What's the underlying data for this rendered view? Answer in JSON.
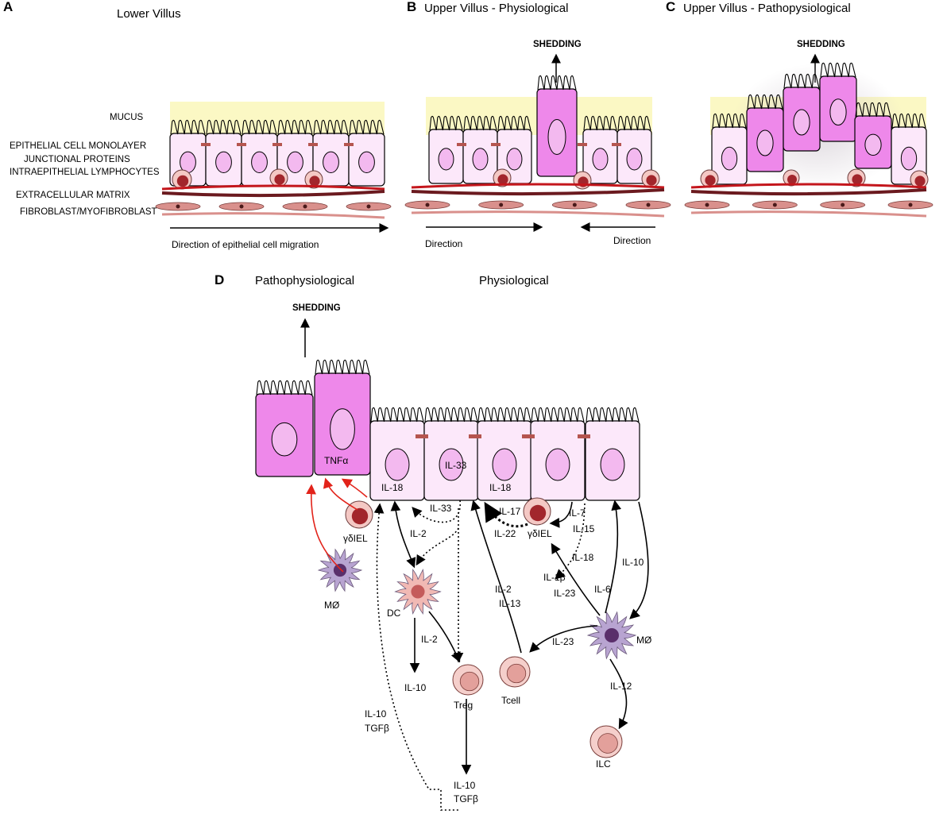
{
  "panels": {
    "a": {
      "letter": "A",
      "title": "Lower Villus"
    },
    "b": {
      "letter": "B",
      "title": "Upper Villus - Physiological"
    },
    "c": {
      "letter": "C",
      "title": "Upper Villus - Pathopysiological"
    },
    "d": {
      "letter": "D",
      "title_left": "Pathophysiological",
      "title_right": "Physiological"
    }
  },
  "layers": {
    "mucus": "MUCUS",
    "epithelial": "EPITHELIAL CELL MONOLAYER",
    "junctional": "JUNCTIONAL PROTEINS",
    "iel": "INTRAEPITHELIAL LYMPHOCYTES",
    "ecm": "EXTRACELLULAR MATRIX",
    "fibro": "FIBROBLAST/MYOFIBROBLAST"
  },
  "arrows": {
    "migration": "Direction of epithelial cell migration",
    "direction_left": "Direction",
    "direction_right": "Direction"
  },
  "shedding": "SHEDDING",
  "cytokines": {
    "tnf": "TNFα",
    "il18_left": "IL-18",
    "il33_cell": "IL-33",
    "il18_right": "IL-18",
    "il33": "IL-33",
    "il2_a": "IL-2",
    "il2_b": "IL-2",
    "il2_c": "IL-2",
    "il13": "IL-13",
    "il10_dc": "IL-10",
    "il10_side": "IL-10",
    "tgfb_side": "TGFβ",
    "il10_bottom": "IL-10",
    "tgfb_bottom": "TGFβ",
    "il17": "IL-17",
    "il22": "IL-22",
    "il7": "IL-7",
    "il15": "IL-15",
    "il18_mo": "IL-18",
    "il1b": "IL-1β",
    "il23_a": "IL-23",
    "il6": "IL-6",
    "il23_b": "IL-23",
    "il10_mo": "IL-10",
    "il12": "IL-12"
  },
  "cells": {
    "gdiel_left": "γδIEL",
    "mo_left": "MØ",
    "dc": "DC",
    "treg": "Treg",
    "tcell": "Tcell",
    "gdiel_right": "γδIEL",
    "mo_right": "MØ",
    "ilc": "ILC"
  },
  "colors": {
    "mucus": "#fbf8c4",
    "cell_light": "#fce8fa",
    "cell_bright": "#ee88ea",
    "nucleus": "#f3b9ef",
    "ecm_dark": "#6b1a1f",
    "ecm_red": "#c4161c",
    "fibroblast": "#d9908c",
    "iel_outer": "#f4c8c4",
    "iel_inner": "#a2262c",
    "macrophage": "#b8a4d1",
    "red_arrow": "#e2231a"
  }
}
